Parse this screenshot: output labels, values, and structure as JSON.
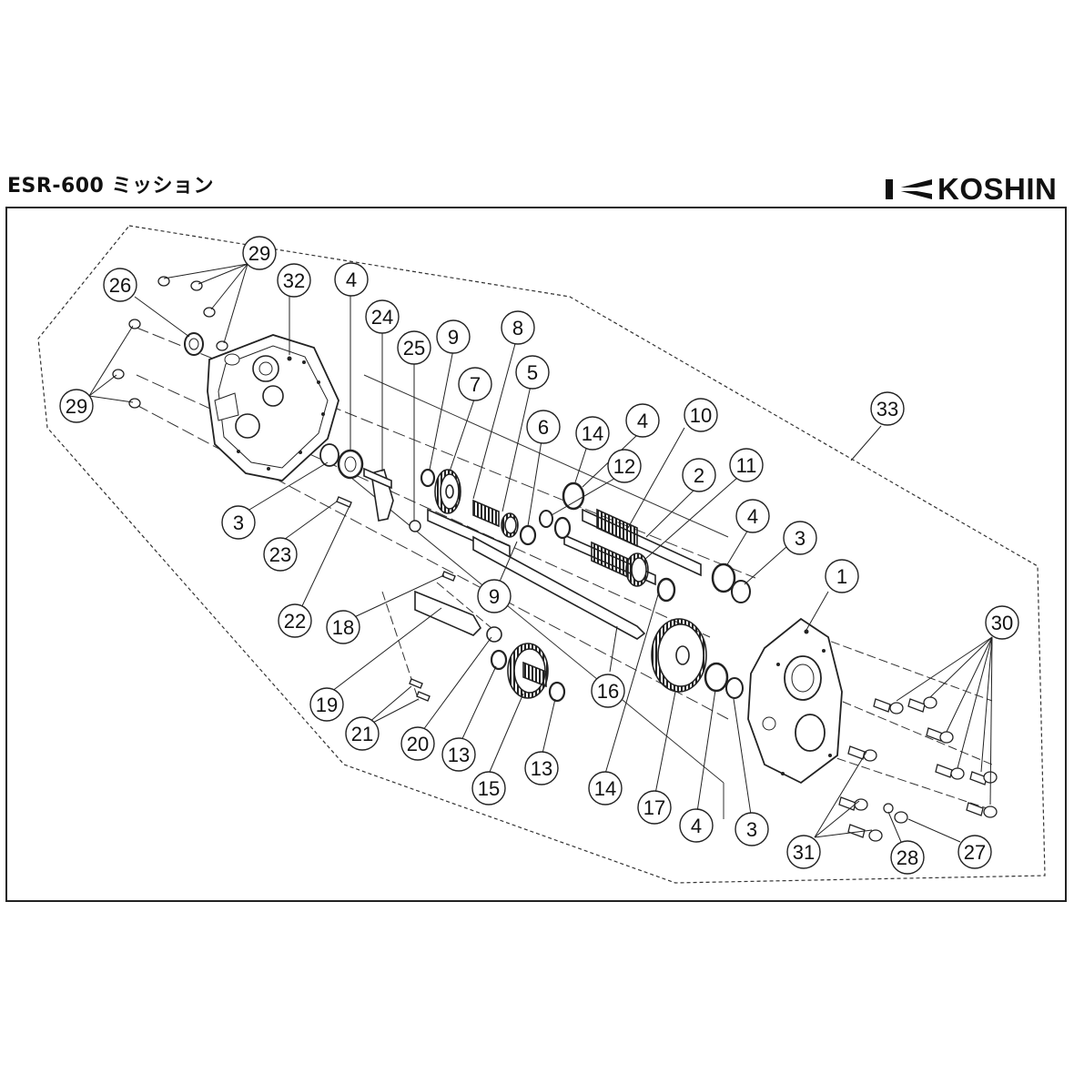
{
  "header": {
    "title": "ESR-600  ミッション",
    "brand": "KOSHIN"
  },
  "diagram": {
    "callouts": [
      "1",
      "2",
      "3",
      "4",
      "5",
      "6",
      "7",
      "8",
      "9",
      "10",
      "11",
      "12",
      "13",
      "14",
      "15",
      "16",
      "17",
      "18",
      "19",
      "20",
      "21",
      "22",
      "23",
      "24",
      "25",
      "26",
      "27",
      "28",
      "29",
      "30",
      "31",
      "32",
      "33"
    ]
  },
  "colors": {
    "line": "#222222",
    "background": "#ffffff"
  },
  "icons": {
    "logo": "koshin-logo-icon"
  }
}
